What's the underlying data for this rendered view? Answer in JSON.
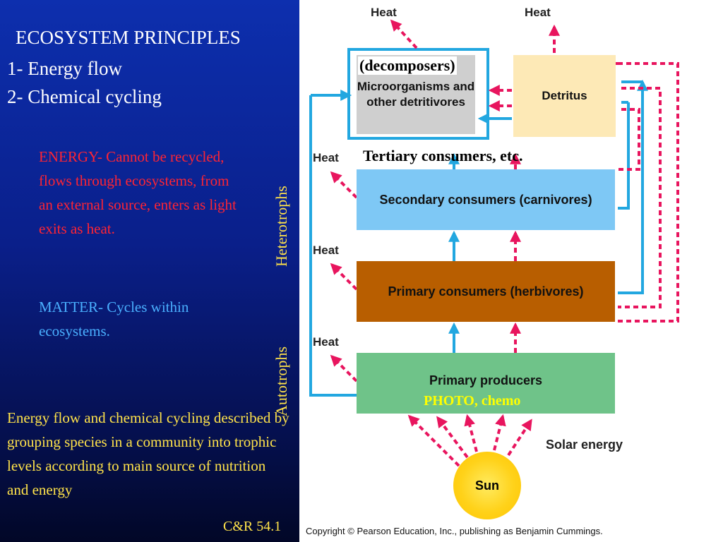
{
  "slide": {
    "title": "ECOSYSTEM PRINCIPLES",
    "items": [
      "1- Energy flow",
      "2- Chemical cycling"
    ],
    "energy_text": "ENERGY- Cannot be recycled, flows through ecosystems, from an external source, enters as light exits as heat.",
    "matter_text": "MATTER- Cycles within ecosystems.",
    "summary_text": "Energy flow and chemical cycling described by grouping species in a community into trophic levels according to main source of nutrition and energy",
    "reference": "C&R 54.1"
  },
  "diagram": {
    "boxes": {
      "decomposers": "Microorganisms and other detritivores",
      "detritus": "Detritus",
      "secondary": "Secondary consumers (carnivores)",
      "primary_consumers": "Primary consumers (herbivores)",
      "producers": "Primary producers"
    },
    "heat_label": "Heat",
    "sun_label": "Sun",
    "solar_label": "Solar energy",
    "copyright": "Copyright © Pearson Education, Inc., publishing as Benjamin Cummings.",
    "colors": {
      "energy_arrow": "#e8155e",
      "matter_arrow": "#22a7e0",
      "decomposers": "#cfcfcf",
      "detritus": "#fde9b6",
      "secondary": "#7ec8f5",
      "primary_consumers": "#b85e00",
      "producers": "#6fc389"
    }
  },
  "annotations": {
    "decomposers": "(decomposers)",
    "tertiary": "Tertiary consumers, etc.",
    "heterotrophs": "Heterotrophs",
    "autotrophs": "Autotrophs",
    "photo": "PHOTO, chemo"
  }
}
